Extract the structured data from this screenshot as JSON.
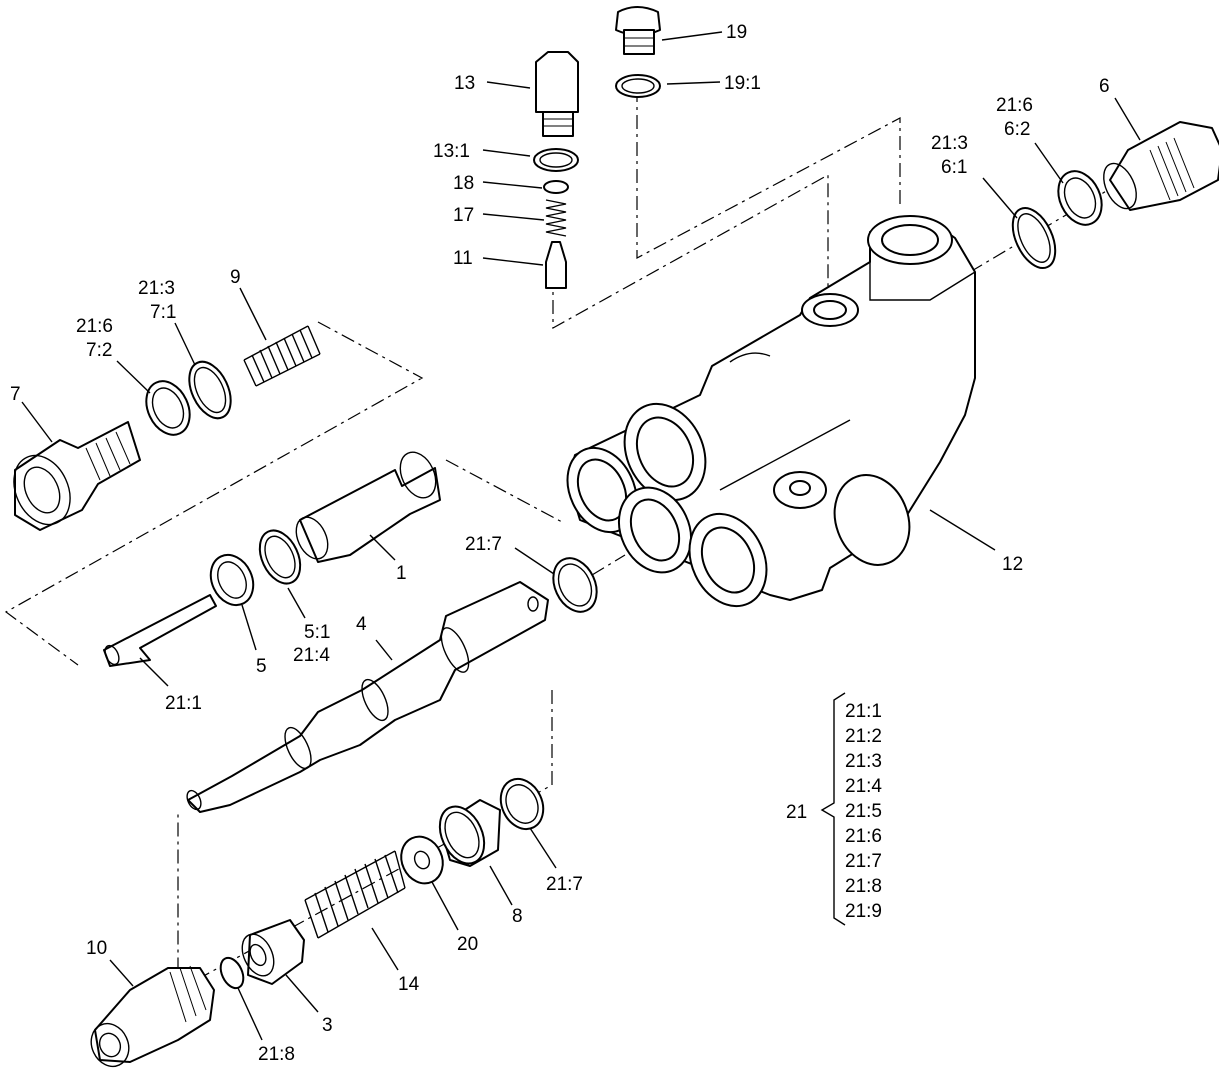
{
  "callouts": {
    "c1": "1",
    "c3": "3",
    "c4": "4",
    "c5": "5",
    "c5_1": "5:1",
    "c6": "6",
    "c6_1": "6:1",
    "c6_2": "6:2",
    "c7": "7",
    "c7_1": "7:1",
    "c7_2": "7:2",
    "c8": "8",
    "c9": "9",
    "c10": "10",
    "c11": "11",
    "c12": "12",
    "c13": "13",
    "c13_1": "13:1",
    "c14": "14",
    "c17": "17",
    "c18": "18",
    "c19": "19",
    "c19_1": "19:1",
    "c20": "20",
    "c21_1": "21:1",
    "c21_3_a": "21:3",
    "c21_3_b": "21:3",
    "c21_4": "21:4",
    "c21_6_a": "21:6",
    "c21_6_b": "21:6",
    "c21_7_a": "21:7",
    "c21_7_b": "21:7",
    "c21_8": "21:8"
  },
  "kit": {
    "label": "21",
    "items": [
      "21:1",
      "21:2",
      "21:3",
      "21:4",
      "21:5",
      "21:6",
      "21:7",
      "21:8",
      "21:9"
    ]
  }
}
